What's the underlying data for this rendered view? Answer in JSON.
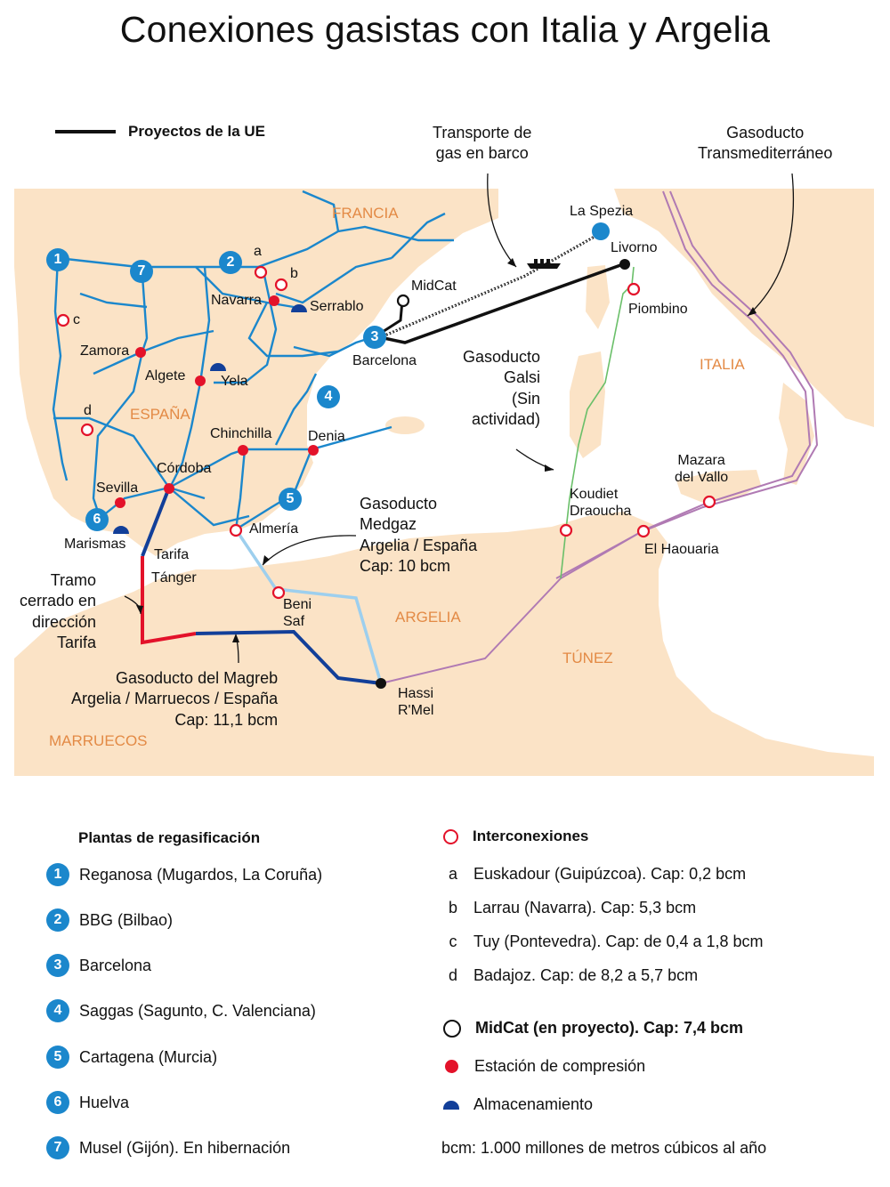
{
  "title": "Conexiones gasistas con Italia y Argelia",
  "top_legend": {
    "eu_projects": "Proyectos de la UE"
  },
  "colors": {
    "sea": "#ffffff",
    "land": "#fbe3c6",
    "pipeline_es": "#1b87cc",
    "eu_project": "#111111",
    "maghreb": "#123f99",
    "closed": "#e3122a",
    "medgaz": "#9dcfee",
    "transmed": "#b07ab3",
    "galsi": "#6abf69",
    "country_label": "#e38a45"
  },
  "countries": {
    "francia": "FRANCIA",
    "espana": "ESPAÑA",
    "italia": "ITALIA",
    "argelia": "ARGELIA",
    "tunez": "TÚNEZ",
    "marruecos": "MARRUECOS"
  },
  "places": {
    "la_spezia": "La Spezia",
    "livorno": "Livorno",
    "piombino": "Piombino",
    "midcat": "MidCat",
    "barcelona": "Barcelona",
    "serrablo": "Serrablo",
    "navarra": "Navarra",
    "zamora": "Zamora",
    "algete": "Algete",
    "yela": "Yela",
    "chinchilla": "Chinchilla",
    "denia": "Denia",
    "cordoba": "Córdoba",
    "sevilla": "Sevilla",
    "marismas": "Marismas",
    "tarifa": "Tarifa",
    "tanger": "Tánger",
    "almeria": "Almería",
    "beni_saf": "Beni\nSaf",
    "hassi_rmel": "Hassi\nR'Mel",
    "koudiet": "Koudiet\nDraoucha",
    "el_haouaria": "El Haouaria",
    "mazara": "Mazara\ndel Vallo"
  },
  "markers": {
    "a": "a",
    "b": "b",
    "c": "c",
    "d": "d"
  },
  "plant_numbers": [
    "1",
    "2",
    "3",
    "4",
    "5",
    "6",
    "7"
  ],
  "annotations": {
    "transporte": "Transporte de\ngas en barco",
    "transmed": "Gasoducto\nTransmediterráneo",
    "galsi": "Gasoducto\nGalsi\n(Sin\nactividad)",
    "medgaz": "Gasoducto\nMedgaz\nArgelia / España\nCap: 10 bcm",
    "tramo": "Tramo\ncerrado en\ndirección\nTarifa",
    "magreb": "Gasoducto del Magreb\nArgelia / Marruecos / España\nCap: 11,1 bcm"
  },
  "legend_plants": {
    "heading": "Plantas de regasificación",
    "items": [
      {
        "num": "1",
        "label": "Reganosa (Mugardos, La Coruña)"
      },
      {
        "num": "2",
        "label": "BBG (Bilbao)"
      },
      {
        "num": "3",
        "label": "Barcelona"
      },
      {
        "num": "4",
        "label": "Saggas (Sagunto, C. Valenciana)"
      },
      {
        "num": "5",
        "label": "Cartagena (Murcia)"
      },
      {
        "num": "6",
        "label": "Huelva"
      },
      {
        "num": "7",
        "label": "Musel (Gijón). En hibernación"
      }
    ]
  },
  "legend_inter": {
    "heading": "Interconexiones",
    "items": [
      {
        "letter": "a",
        "label": "Euskadour (Guipúzcoa). Cap: 0,2 bcm"
      },
      {
        "letter": "b",
        "label": "Larrau (Navarra). Cap: 5,3 bcm"
      },
      {
        "letter": "c",
        "label": "Tuy (Pontevedra). Cap: de 0,4 a 1,8 bcm"
      },
      {
        "letter": "d",
        "label": "Badajoz. Cap: de 8,2 a 5,7 bcm"
      }
    ],
    "midcat": "MidCat (en proyecto). Cap: 7,4 bcm",
    "compression": "Estación de compresión",
    "storage": "Almacenamiento",
    "note": "bcm: 1.000 millones de metros cúbicos al año"
  }
}
